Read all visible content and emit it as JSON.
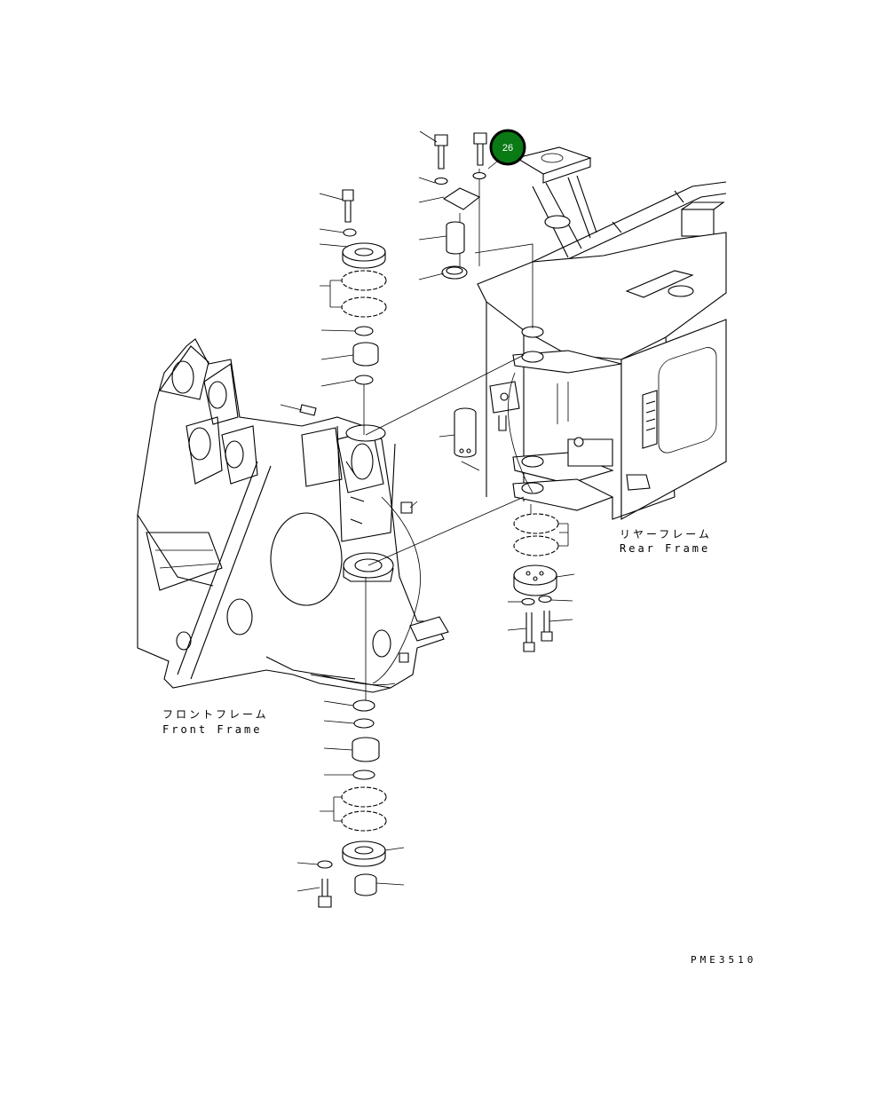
{
  "labels": {
    "rear_frame_jp": "リヤーフレーム",
    "rear_frame_en": "Rear Frame",
    "front_frame_jp": "フロントフレーム",
    "front_frame_en": "Front Frame",
    "drawing_code": "PME3510"
  },
  "callout": {
    "number": "26",
    "color": "#0a7a14",
    "border_color": "#000000"
  }
}
